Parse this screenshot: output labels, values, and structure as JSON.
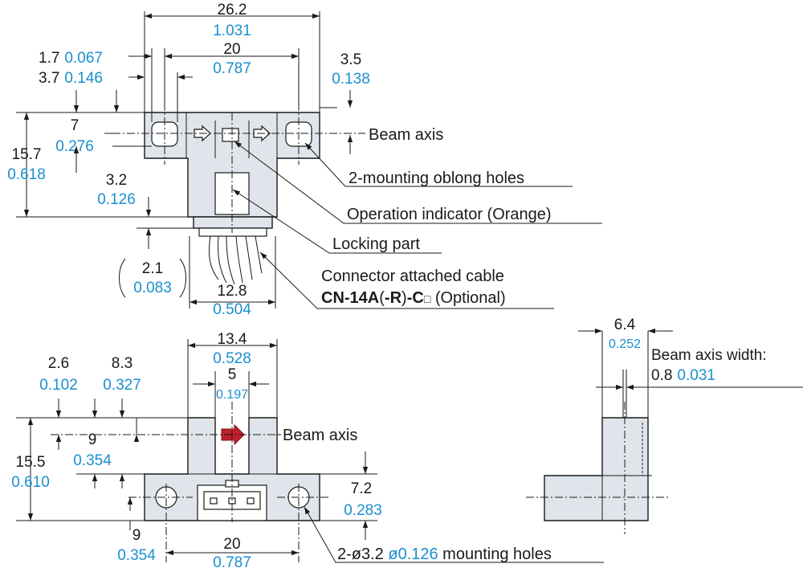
{
  "top_view": {
    "overall_width": {
      "mm": "26.2",
      "in": "1.031"
    },
    "hole_pitch": {
      "mm": "20",
      "in": "0.787"
    },
    "dim_1_7": {
      "mm": "1.7",
      "in": "0.067"
    },
    "dim_3_7": {
      "mm": "3.7",
      "in": "0.146"
    },
    "dim_3_5": {
      "mm": "3.5",
      "in": "0.138"
    },
    "dim_7": {
      "mm": "7",
      "in": "0.276"
    },
    "dim_15_7": {
      "mm": "15.7",
      "in": "0.618"
    },
    "dim_3_2": {
      "mm": "3.2",
      "in": "0.126"
    },
    "dim_2_1": {
      "mm": "2.1",
      "in": "0.083"
    },
    "dim_12_8": {
      "mm": "12.8",
      "in": "0.504"
    },
    "labels": {
      "beam_axis": "Beam axis",
      "mounting_holes": "2-mounting oblong holes",
      "operation_indicator": "Operation indicator (Orange)",
      "locking_part": "Locking part",
      "cable_line1": "Connector attached cable",
      "cable_model": "CN-14A",
      "cable_paren_open": "(",
      "cable_r": "-R",
      "cable_paren_close": ")",
      "cable_c": "-C",
      "cable_box": "□",
      "cable_optional": " (Optional)"
    }
  },
  "front_view": {
    "dim_13_4": {
      "mm": "13.4",
      "in": "0.528"
    },
    "dim_5": {
      "mm": "5",
      "in": "0.197"
    },
    "dim_2_6": {
      "mm": "2.6",
      "in": "0.102"
    },
    "dim_8_3": {
      "mm": "8.3",
      "in": "0.327"
    },
    "dim_9a": {
      "mm": "9",
      "in": "0.354"
    },
    "dim_15_5": {
      "mm": "15.5",
      "in": "0.610"
    },
    "dim_7_2": {
      "mm": "7.2",
      "in": "0.283"
    },
    "dim_9b": {
      "mm": "9",
      "in": "0.354"
    },
    "dim_20": {
      "mm": "20",
      "in": "0.787"
    },
    "labels": {
      "beam_axis": "Beam axis",
      "holes_prefix": "2-ø3.2 ",
      "holes_in": "ø0.126",
      "holes_suffix": " mounting holes"
    }
  },
  "side_view": {
    "dim_6_4": {
      "mm": "6.4",
      "in": "0.252"
    },
    "beam_axis_width_label": "Beam axis width:",
    "beam_axis_width": {
      "mm": "0.8",
      "in": "0.031"
    }
  },
  "colors": {
    "dimension_inch": "#1a8fd0",
    "beam_arrow": "#c0202a"
  }
}
